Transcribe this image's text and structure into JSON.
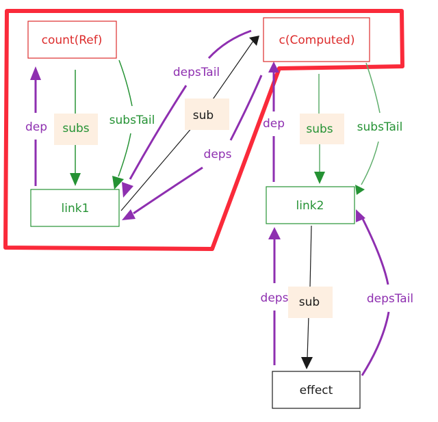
{
  "colors": {
    "highlight": "#fa2a3a",
    "ref": "#dc2b2b",
    "link": "#259234",
    "link_light": "#5fae6c",
    "dep": "#8e2fb0",
    "sub": "#1a1a1a",
    "label_bg": "#fdefe1"
  },
  "nodes": {
    "count": "count(Ref)",
    "computed": "c(Computed)",
    "link1": "link1",
    "link2": "link2",
    "effect": "effect"
  },
  "edges": {
    "count_dep": "dep",
    "count_subs": "subs",
    "count_subsTail": "subsTail",
    "link1_sub": "sub",
    "computed_depsTail": "depsTail",
    "computed_deps": "deps",
    "computed_dep": "dep",
    "computed_subs": "subs",
    "computed_subsTail": "subsTail",
    "link2_sub": "sub",
    "effect_deps": "deps",
    "effect_depsTail": "depsTail"
  }
}
